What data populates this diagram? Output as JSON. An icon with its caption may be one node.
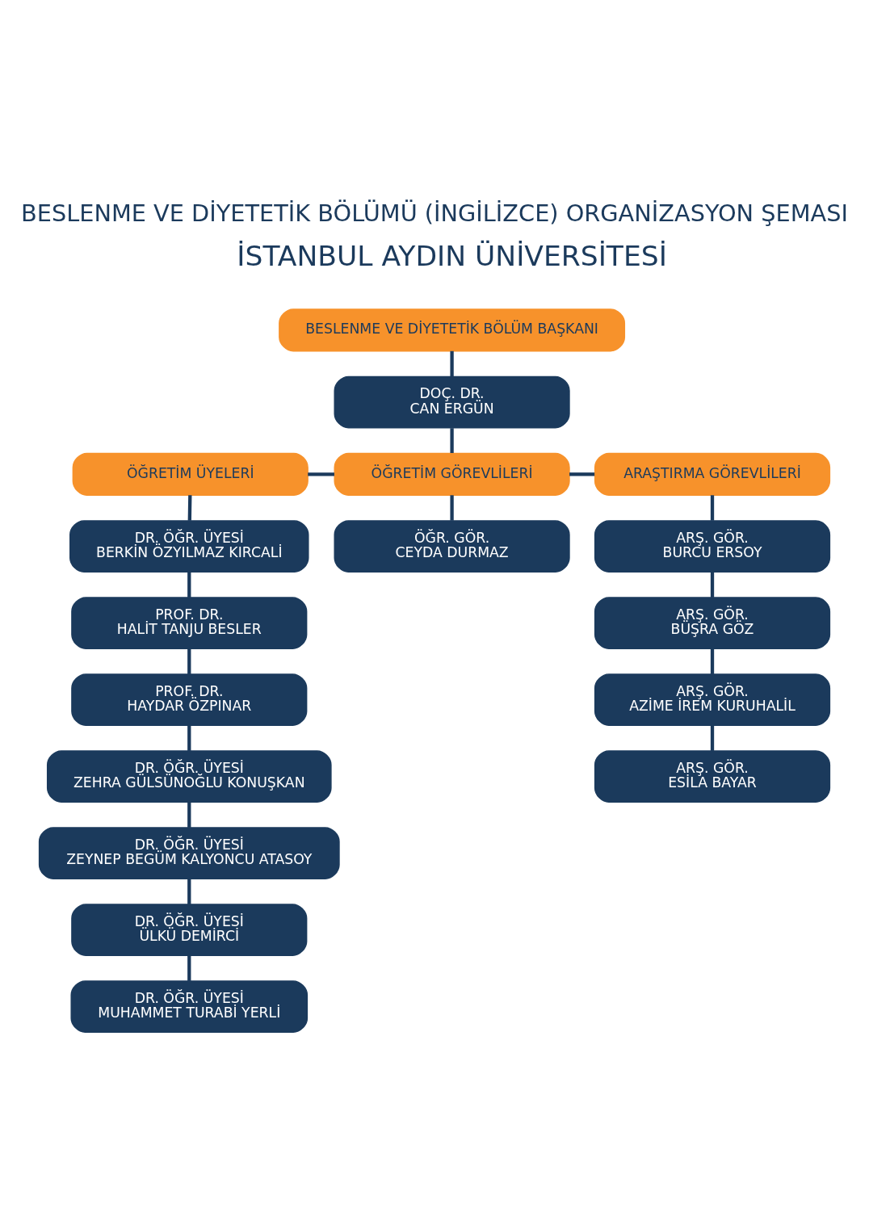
{
  "diagram": {
    "title": "BESLENME VE DİYETETİK BÖLÜMÜ (İNGİLİZCE) ORGANİZASYON ŞEMASI",
    "nodes": [
      {
        "text": [
          "BESLENME VE DİYETETİK BÖLÜM BAŞKANI"
        ]
      },
      {
        "text": [
          "DOÇ. DR.",
          "CAN ERGÜN"
        ]
      },
      {
        "text": [
          "ÖĞRETİM ÜYELERİ"
        ]
      },
      {
        "text": [
          "ÖĞRETİM GÖREVLİLERİ"
        ]
      },
      {
        "text": [
          "ARAŞTIRMA GÖREVLİLERİ"
        ]
      },
      {
        "text": [
          "DR. ÖĞR. ÜYESİ",
          "BERKİN ÖZYILMAZ KIRCALİ"
        ]
      },
      {
        "text": [
          "PROF. DR.",
          "HALİT TANJU BESLER"
        ]
      },
      {
        "text": [
          "PROF. DR.",
          "HAYDAR ÖZPINAR"
        ]
      },
      {
        "text": [
          "DR. ÖĞR. ÜYESİ",
          "ZEHRA GÜLSÜNOĞLU KONUŞKAN"
        ]
      },
      {
        "text": [
          "DR. ÖĞR. ÜYESİ",
          "ZEYNEP BEGÜM KALYONCU ATASOY"
        ]
      },
      {
        "text": [
          "DR. ÖĞR. ÜYESİ",
          "ÜLKÜ DEMİRCİ"
        ]
      },
      {
        "text": [
          "DR. ÖĞR. ÜYESİ",
          "MUHAMMET TURABİ YERLİ"
        ]
      },
      {
        "text": [
          "ÖĞR. GÖR.",
          "CEYDA DURMAZ"
        ]
      },
      {
        "text": [
          "ARŞ. GÖR.",
          "BURCU ERSOY"
        ]
      },
      {
        "text": [
          "ARŞ. GÖR.",
          "BÜŞRA GÖZ"
        ]
      },
      {
        "text": [
          "ARŞ. GÖR.",
          "AZİME İREM KURUHALİL"
        ]
      },
      {
        "text": [
          "ARŞ. GÖR.",
          "ESİLA BAYAR"
        ]
      }
    ],
    "edges": [
      {
        "from": 0,
        "to": 1,
        "arrow": "none"
      },
      {
        "from": 1,
        "to": 3,
        "arrow": "none"
      },
      {
        "from": 2,
        "to": 3,
        "arrow": "none"
      },
      {
        "from": 3,
        "to": 4,
        "arrow": "none"
      },
      {
        "from": 2,
        "to": 5,
        "arrow": "none"
      },
      {
        "from": 5,
        "to": 6,
        "arrow": "none"
      },
      {
        "from": 6,
        "to": 7,
        "arrow": "none"
      },
      {
        "from": 7,
        "to": 8,
        "arrow": "none"
      },
      {
        "from": 8,
        "to": 9,
        "arrow": "none"
      },
      {
        "from": 9,
        "to": 10,
        "arrow": "none"
      },
      {
        "from": 10,
        "to": 11,
        "arrow": "none"
      },
      {
        "from": 3,
        "to": 12,
        "arrow": "none"
      },
      {
        "from": 4,
        "to": 13,
        "arrow": "none"
      },
      {
        "from": 13,
        "to": 14,
        "arrow": "none"
      },
      {
        "from": 14,
        "to": 15,
        "arrow": "none"
      },
      {
        "from": 15,
        "to": 16,
        "arrow": "none"
      }
    ],
    "labels": [
      "İSTANBUL AYDIN ÜNİVERSİTESİ"
    ]
  }
}
